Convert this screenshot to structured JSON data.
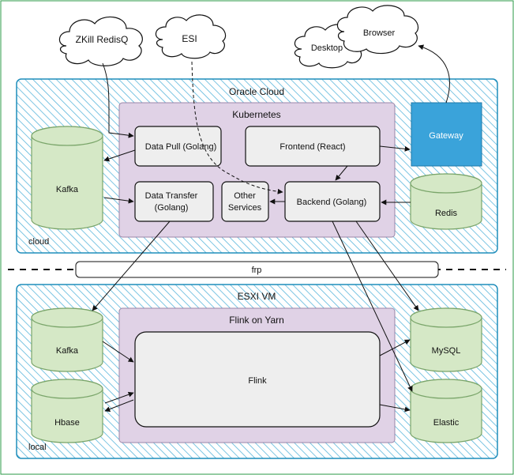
{
  "colors": {
    "cloud_stroke": "#1f8dbb",
    "cloud_hatch": "#5bb6db",
    "purple_fill": "#e0d2e6",
    "purple_stroke": "#9a86a8",
    "node_fill": "#eeeeee",
    "node_stroke": "#111111",
    "gateway_fill": "#3aa3da",
    "gateway_stroke": "#1f78a8",
    "db_fill": "#d5e8c6",
    "db_stroke": "#7aa56a",
    "text": "#111111",
    "white": "#ffffff"
  },
  "external": {
    "zkill": "ZKill RedisQ",
    "esi": "ESI",
    "desktop": "Desktop",
    "browser": "Browser"
  },
  "oracle": {
    "title": "Oracle Cloud",
    "region_label": "cloud",
    "kubernetes": "Kubernetes",
    "data_pull": "Data Pull (Golang)",
    "frontend": "Frontend (React)",
    "data_transfer_line1": "Data Transfer",
    "data_transfer_line2": "(Golang)",
    "other_line1": "Other",
    "other_line2": "Services",
    "backend": "Backend (Golang)",
    "gateway": "Gateway",
    "kafka": "Kafka",
    "redis": "Redis"
  },
  "tunnel": {
    "label": "frp"
  },
  "esxi": {
    "title": "ESXI VM",
    "region_label": "local",
    "flink_yarn": "Flink on Yarn",
    "flink": "Flink",
    "kafka": "Kafka",
    "hbase": "Hbase",
    "mysql": "MySQL",
    "elastic": "Elastic"
  }
}
